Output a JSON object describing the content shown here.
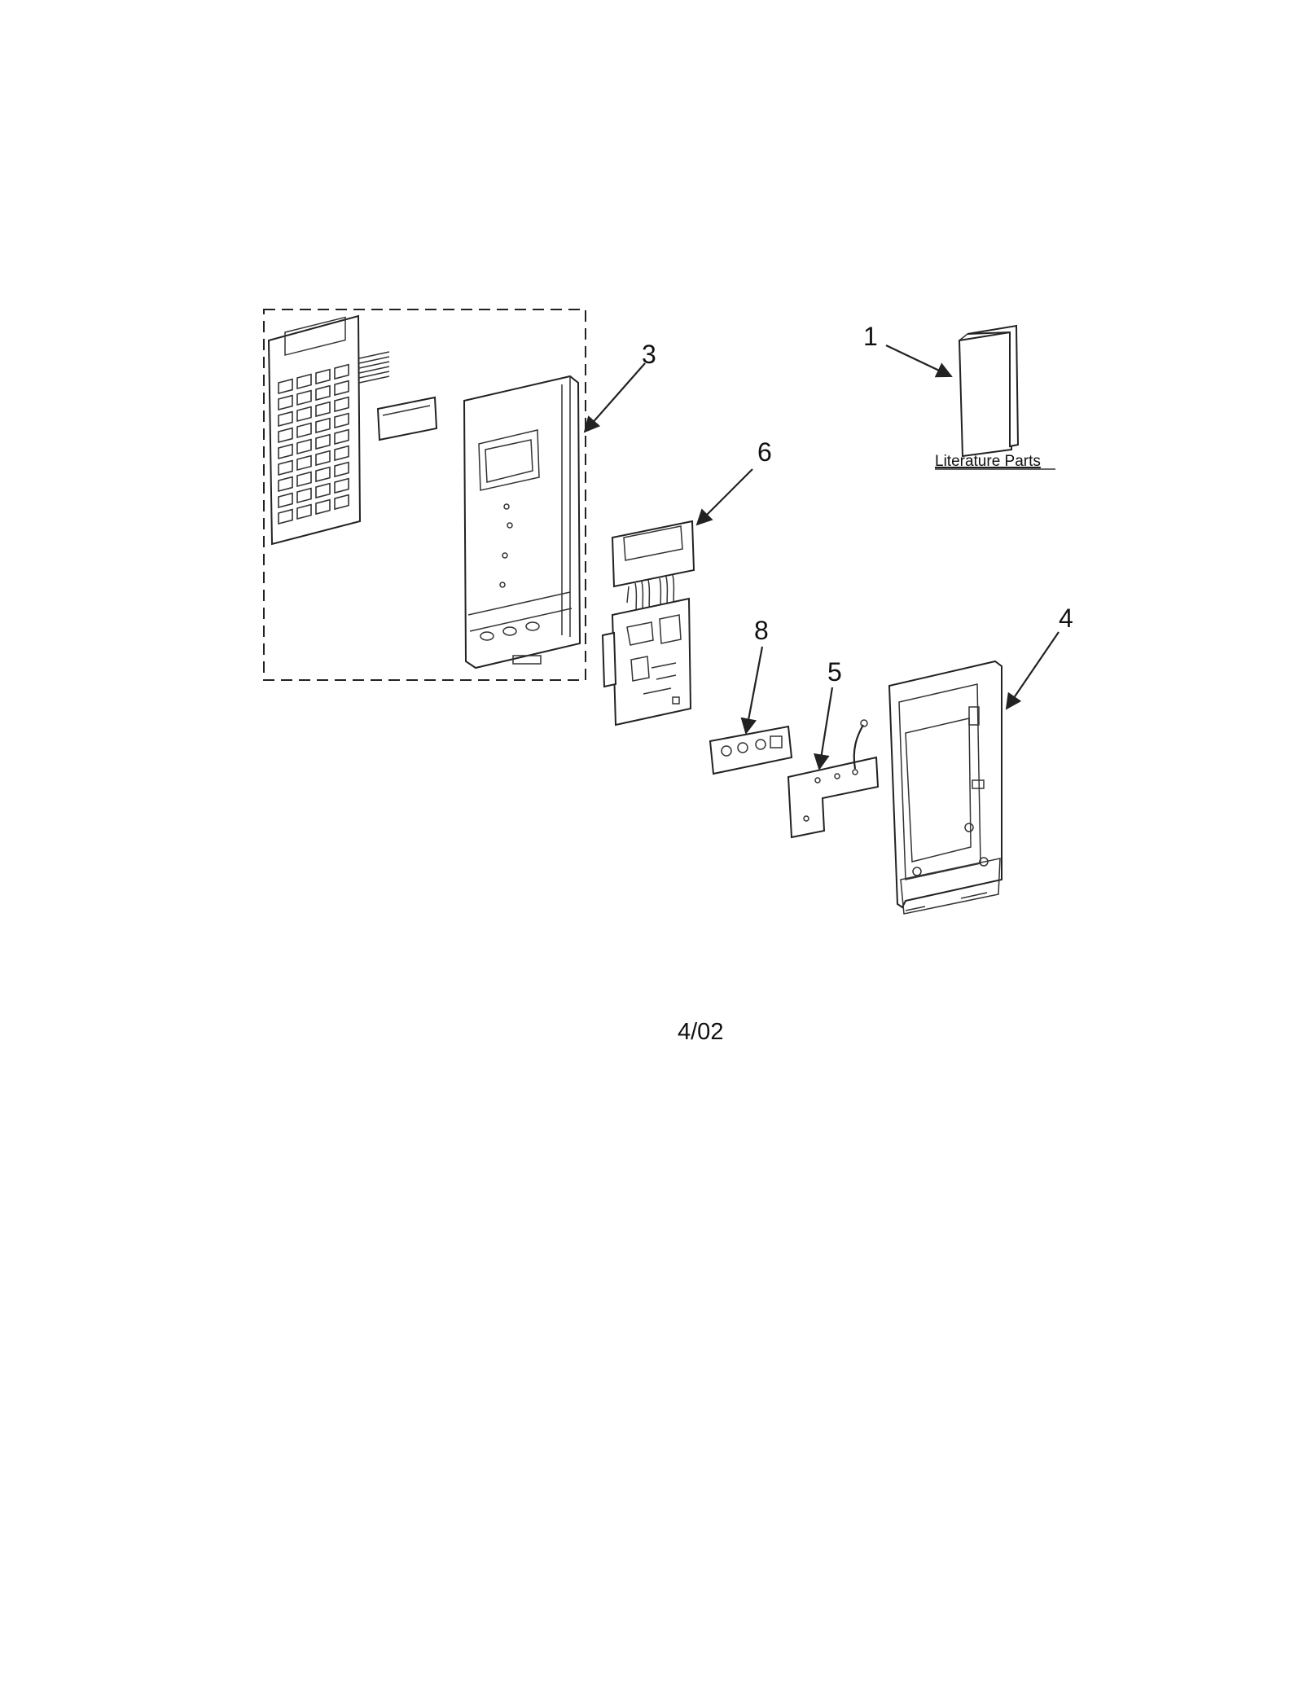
{
  "callouts": {
    "c1": "1",
    "c3": "3",
    "c4": "4",
    "c5": "5",
    "c6": "6",
    "c8": "8"
  },
  "literature_label": "Literature Parts",
  "date_code": "4/02"
}
